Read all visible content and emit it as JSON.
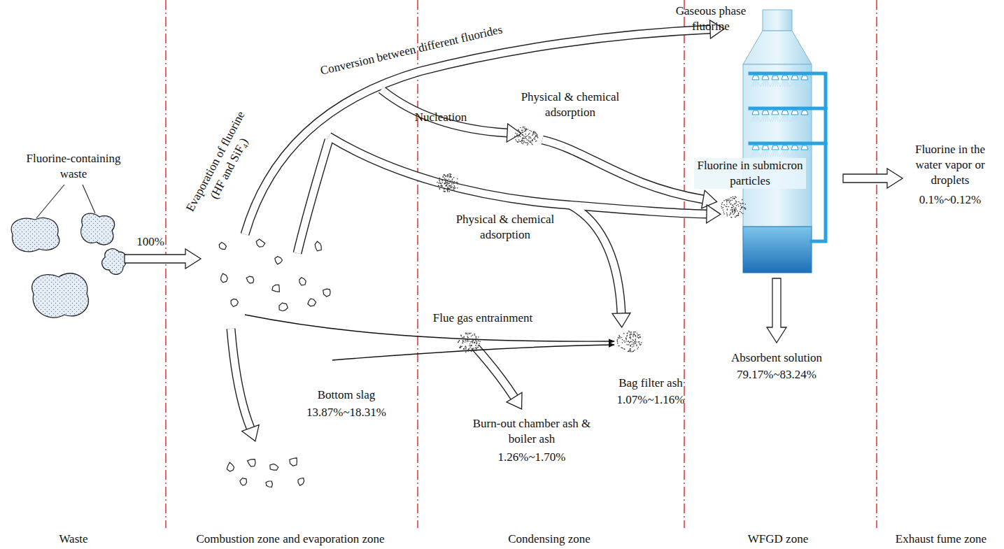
{
  "diagram": {
    "labels": [
      "Fluorine-containing waste",
      "100%",
      "Evaporation of fluorine (HF and SiF₄)",
      "Conversion between different fluorides",
      "Gaseous phase fluorine",
      "Nucleation",
      "Physical & chemical adsorption",
      "Fluorine in submicron particles",
      "Fluorine in the water vapor or droplets",
      "0.1%~0.12%",
      "Physical & chemical adsorption",
      "Flue gas entrainment",
      "Bag filter ash",
      "1.07%~1.16%",
      "Burn-out chamber ash & boiler ash",
      "1.26%~1.70%",
      "Bottom slag",
      "13.87%~18.31%",
      "Absorbent solution",
      "79.17%~83.24%",
      "Waste",
      "Combustion zone and evaporation zone",
      "Condensing zone",
      "WFGD zone",
      "Exhaust fume zone"
    ]
  }
}
